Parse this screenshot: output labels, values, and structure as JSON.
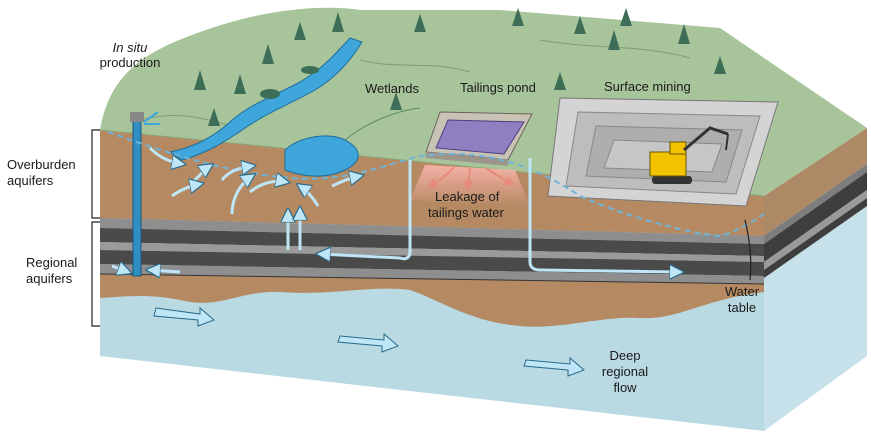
{
  "labels": {
    "in_situ_italic": "In situ",
    "in_situ_rest": "production",
    "wetlands": "Wetlands",
    "tailings_pond": "Tailings pond",
    "surface_mining": "Surface mining",
    "overburden_1": "Overburden",
    "overburden_2": "aquifers",
    "regional_1": "Regional",
    "regional_2": "aquifers",
    "leakage_1": "Leakage of",
    "leakage_2": "tailings  water",
    "water_table_1": "Water",
    "water_table_2": "table",
    "deep_1": "Deep",
    "deep_2": "regional",
    "deep_3": "flow"
  },
  "colors": {
    "grass": "#a8c49a",
    "overburden": "#b58a63",
    "gray_layer": "#8e8e8e",
    "dark_layer": "#4a4a4a",
    "deep_water": "#b9d9e3",
    "water": "#3fa6dc",
    "arrow": "#bfe6f7",
    "pond": "#8e7fc1",
    "excavator": "#f2c300",
    "tree": "#3e6e57"
  }
}
